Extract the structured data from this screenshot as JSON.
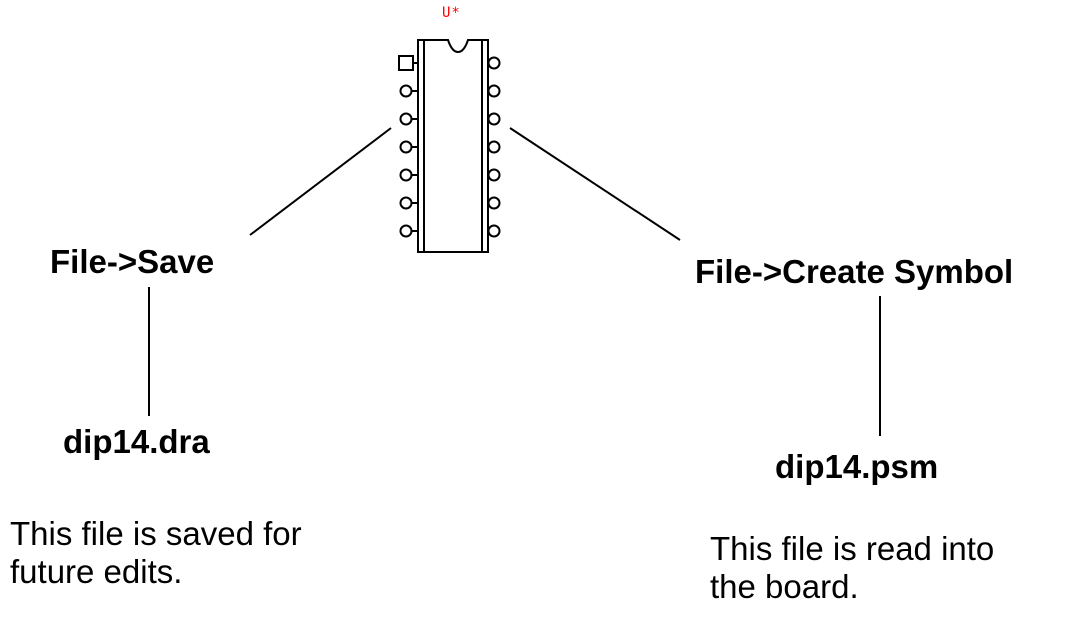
{
  "component": {
    "refdes": "U*",
    "pins_per_side": 7
  },
  "labels": {
    "save_action": "File->Save",
    "create_symbol_action": "File->Create Symbol",
    "dra_file": "dip14.dra",
    "psm_file": "dip14.psm",
    "dra_note_line1": "This file is saved for",
    "dra_note_line2": "future edits.",
    "psm_note_line1": "This file is read into",
    "psm_note_line2": "the board."
  },
  "colors": {
    "refdes": "#ff0000",
    "lines": "#000000",
    "background": "#ffffff"
  }
}
